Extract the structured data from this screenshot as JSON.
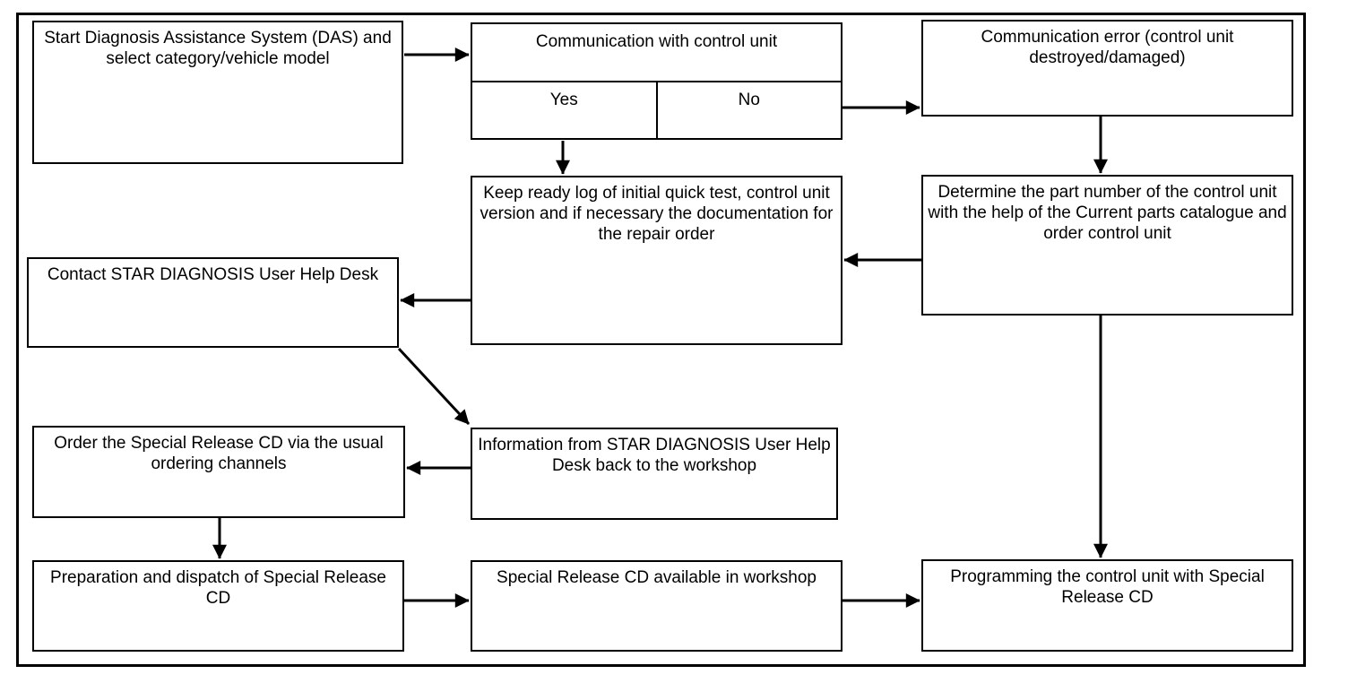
{
  "colors": {
    "background": "#ffffff",
    "border": "#000000",
    "text": "#000000",
    "arrow": "#000000"
  },
  "diagram": {
    "type": "flowchart",
    "nodes": {
      "start": {
        "label": "Start Diagnosis Assistance System (DAS) and select category/vehicle model"
      },
      "comm_check": {
        "label": "Communication with control unit",
        "yes_label": "Yes",
        "no_label": "No"
      },
      "comm_error": {
        "label": "Communication error (control unit destroyed/damaged)"
      },
      "keep_log": {
        "label": "Keep ready log of initial quick test, control unit version and if necessary the documentation for the repair order"
      },
      "determine_part": {
        "label": "Determine the part number of the control unit with the help of the Current parts catalogue and order control unit"
      },
      "contact_help_desk": {
        "label": "Contact STAR DIAGNOSIS User Help Desk"
      },
      "info_back": {
        "label": "Information from STAR DIAGNOSIS User Help Desk back to the workshop"
      },
      "order_cd": {
        "label": "Order the Special Release CD via the usual ordering channels"
      },
      "prepare_cd": {
        "label": "Preparation and dispatch of Special Release CD"
      },
      "cd_available": {
        "label": "Special Release CD available in workshop"
      },
      "programming": {
        "label": "Programming the control unit with Special Release CD"
      }
    },
    "edges": [
      {
        "from": "start",
        "to": "comm_check"
      },
      {
        "from": "comm_check",
        "branch": "No",
        "to": "comm_error"
      },
      {
        "from": "comm_check",
        "branch": "Yes",
        "to": "keep_log"
      },
      {
        "from": "comm_error",
        "to": "determine_part"
      },
      {
        "from": "determine_part",
        "to": "keep_log"
      },
      {
        "from": "keep_log",
        "to": "contact_help_desk"
      },
      {
        "from": "contact_help_desk",
        "to": "info_back"
      },
      {
        "from": "info_back",
        "to": "order_cd"
      },
      {
        "from": "order_cd",
        "to": "prepare_cd"
      },
      {
        "from": "prepare_cd",
        "to": "cd_available"
      },
      {
        "from": "cd_available",
        "to": "programming"
      },
      {
        "from": "determine_part",
        "to": "programming"
      }
    ]
  }
}
